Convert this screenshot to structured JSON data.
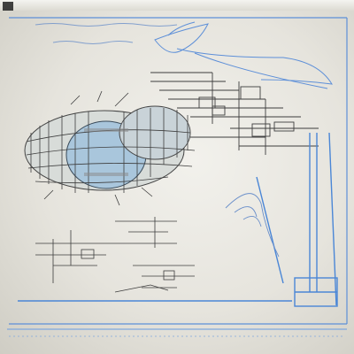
{
  "sheet": {
    "title": "",
    "annotation_top": "",
    "annotation_mid": "",
    "annotation_left": "",
    "annotation_low": ""
  },
  "colors": {
    "paper": "#eeede7",
    "ink": "#3b3b3b",
    "blueprint_blue": "#4a86d6",
    "engine_fill": "#a9c6dc"
  },
  "icons": [
    "engine-illustration",
    "wing-sketch",
    "circuit-schematic",
    "duct-frame"
  ]
}
